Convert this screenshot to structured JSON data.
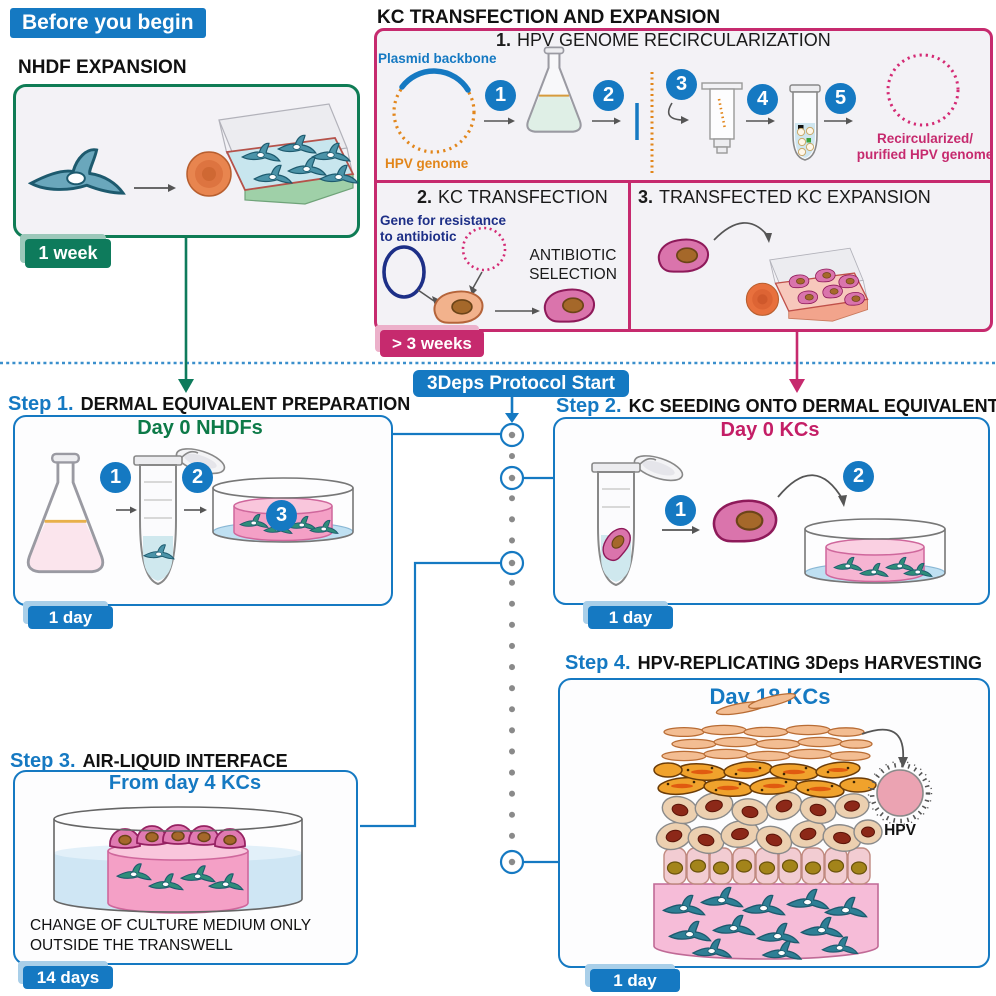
{
  "header": {
    "before_you_begin": "Before you begin"
  },
  "nhdf": {
    "title": "NHDF EXPANSION",
    "duration": "1 week"
  },
  "kc_box": {
    "title": "KC TRANSFECTION AND EXPANSION",
    "duration": "> 3 weeks",
    "sec1": {
      "num": "1.",
      "title": "HPV GENOME RECIRCULARIZATION",
      "plasmid_label": "Plasmid backbone",
      "hpv_genome_label": "HPV genome",
      "markers": [
        "1",
        "2",
        "3",
        "4",
        "5"
      ],
      "result_line1": "Recircularized/",
      "result_line2": "purified HPV genome"
    },
    "sec2": {
      "num": "2.",
      "title": "KC TRANSFECTION",
      "gene_line1": "Gene for resistance",
      "gene_line2": "to antibiotic",
      "selection_line1": "ANTIBIOTIC",
      "selection_line2": "SELECTION"
    },
    "sec3": {
      "num": "3.",
      "title": "TRANSFECTED KC EXPANSION"
    }
  },
  "protocol_start": "3Deps Protocol Start",
  "steps": [
    {
      "label": "Step 1.",
      "title": "DERMAL EQUIVALENT PREPARATION",
      "day": "Day 0 NHDFs",
      "duration": "1 day",
      "markers": [
        "1",
        "2",
        "3"
      ]
    },
    {
      "label": "Step 2.",
      "title": "KC SEEDING ONTO DERMAL EQUIVALENTS",
      "day": "Day 0 KCs",
      "duration": "1 day",
      "markers": [
        "1",
        "2"
      ]
    },
    {
      "label": "Step 3.",
      "title": "AIR-LIQUID INTERFACE",
      "day": "From day 4 KCs",
      "duration": "14 days",
      "note_line1": "CHANGE OF CULTURE MEDIUM ONLY",
      "note_line2": "OUTSIDE THE TRANSWELL"
    },
    {
      "label": "Step 4.",
      "title": "HPV-REPLICATING 3Deps HARVESTING",
      "day": "Day 18 KCs",
      "duration": "1 day",
      "virus_label": "HPV"
    }
  ],
  "colors": {
    "accent_blue": "#1579c2",
    "accent_green": "#0e7b5c",
    "accent_magenta": "#c62a6e",
    "orange": "#e2861b",
    "navy": "#1d2f87",
    "panel_gray": "#f3f2f6"
  }
}
